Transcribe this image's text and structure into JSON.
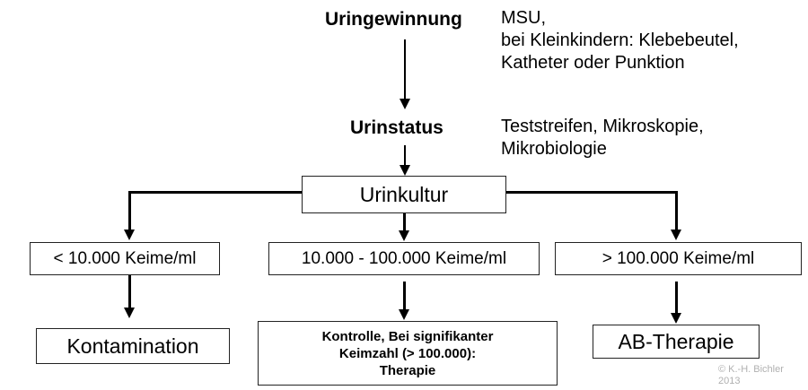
{
  "steps": {
    "collection": {
      "title": "Uringewinnung",
      "notes": [
        "MSU,",
        "bei Kleinkindern: Klebebeutel,",
        "Katheter oder Punktion"
      ]
    },
    "status": {
      "title": "Urinstatus",
      "notes": [
        "Teststreifen, Mikroskopie,",
        "Mikrobiologie"
      ]
    },
    "culture": {
      "label": "Urinkultur"
    }
  },
  "ranges": [
    {
      "label": "< 10.000 Keime/ml"
    },
    {
      "label": "10.000 - 100.000 Keime/ml"
    },
    {
      "label": "> 100.000 Keime/ml"
    }
  ],
  "results": {
    "contamination": "Kontamination",
    "control": [
      "Kontrolle, Bei signifikanter",
      "Keimzahl (> 100.000):",
      "Therapie"
    ],
    "therapy": "AB-Therapie"
  },
  "copyright": [
    "© K.-H. Bichler",
    "2013"
  ]
}
